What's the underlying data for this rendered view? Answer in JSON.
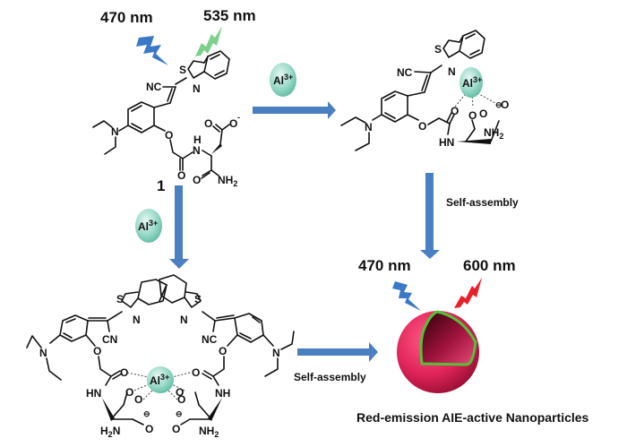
{
  "colors": {
    "arrow": "#4a7fc1",
    "excitation_bolt": "#3a78c8",
    "green_emission_bolt": "#7ccf8c",
    "red_emission_bolt": "#e8202a",
    "al_bubble": "#8fd3c3",
    "nanoparticle": "#e0245a",
    "nanoparticle_shell": "#55c13a"
  },
  "compound1": {
    "excitation": "470 nm",
    "emission": "535 nm",
    "label": "1",
    "atoms": {
      "S": "S",
      "N": "N",
      "NC": "NC",
      "O": "O",
      "H": "H",
      "NH": "N",
      "O_minus": "O",
      "minus": "-",
      "NH2": "NH",
      "sub2": "2",
      "NEt2": "N"
    }
  },
  "reagent_right": {
    "ion": "Al",
    "charge": "3+"
  },
  "reagent_down": {
    "ion": "Al",
    "charge": "3+"
  },
  "complex_1to1": {
    "metal": "Al",
    "charge": "3+",
    "atoms": {
      "S": "S",
      "N": "N",
      "NC": "NC",
      "O": "O",
      "HN": "HN",
      "NH2": "NH",
      "sub2": "2",
      "NEt2": "N",
      "minus": "⊖"
    }
  },
  "complex_2to1": {
    "metal": "Al",
    "charge": "3+",
    "atoms": {
      "S": "S",
      "N": "N",
      "CN": "CN",
      "NC": "NC",
      "O": "O",
      "HN": "HN",
      "NH": "NH",
      "H2N": "H",
      "H2N_N": "N",
      "NH2": "NH",
      "sub2": "2",
      "NEt2": "N",
      "minus": "⊖"
    }
  },
  "step_labels": {
    "self_assembly_right": "Self-assembly",
    "self_assembly_bottom": "Self-assembly"
  },
  "nanoparticle": {
    "excitation": "470 nm",
    "emission": "600 nm",
    "caption": "Red-emission AIE-active Nanoparticles"
  }
}
